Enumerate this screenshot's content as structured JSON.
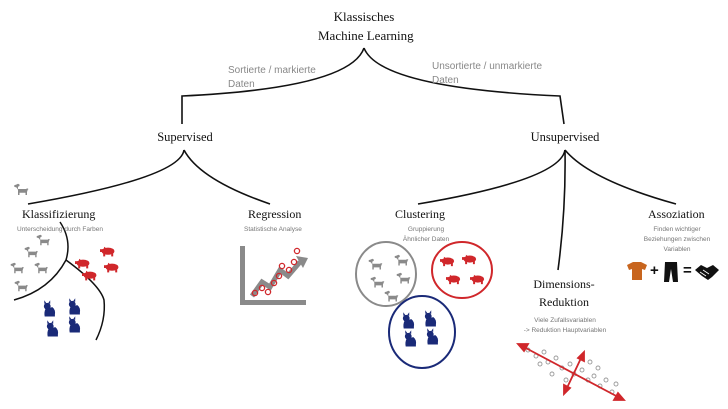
{
  "root": {
    "line1": "Klassisches",
    "line2": "Machine Learning"
  },
  "edges": {
    "left": {
      "line1": "Sortierte / markierte",
      "line2": "Daten"
    },
    "right": {
      "line1": "Unsortierte / unmarkierte",
      "line2": "Daten"
    }
  },
  "supervised": {
    "label": "Supervised",
    "classification": {
      "title": "Klassifizierung",
      "sub": "Unterscheidung durch Farben"
    },
    "regression": {
      "title": "Regression",
      "sub": "Statistische Analyse"
    }
  },
  "unsupervised": {
    "label": "Unsupervised",
    "clustering": {
      "title": "Clustering",
      "sub1": "Gruppierung",
      "sub2": "Ähnlicher Daten"
    },
    "dimred": {
      "title1": "Dimensions-",
      "title2": "Reduktion",
      "sub1": "Viele Zufallsvariablen",
      "sub2": "-> Reduktion Hauptvariablen"
    },
    "association": {
      "title": "Assoziation",
      "sub1": "Finden wichtiger",
      "sub2": "Beziehungen zwischen",
      "sub3": "Variablen",
      "plus": "+",
      "equals": "="
    }
  },
  "colors": {
    "line": "#111111",
    "gray": "#8a8a8a",
    "red": "#d0272b",
    "navy": "#1a2a78",
    "orange": "#c8651e"
  },
  "icons": [
    "dog-icon",
    "pig-icon",
    "cat-icon",
    "tshirt-icon",
    "trousers-icon",
    "handshake-icon"
  ]
}
